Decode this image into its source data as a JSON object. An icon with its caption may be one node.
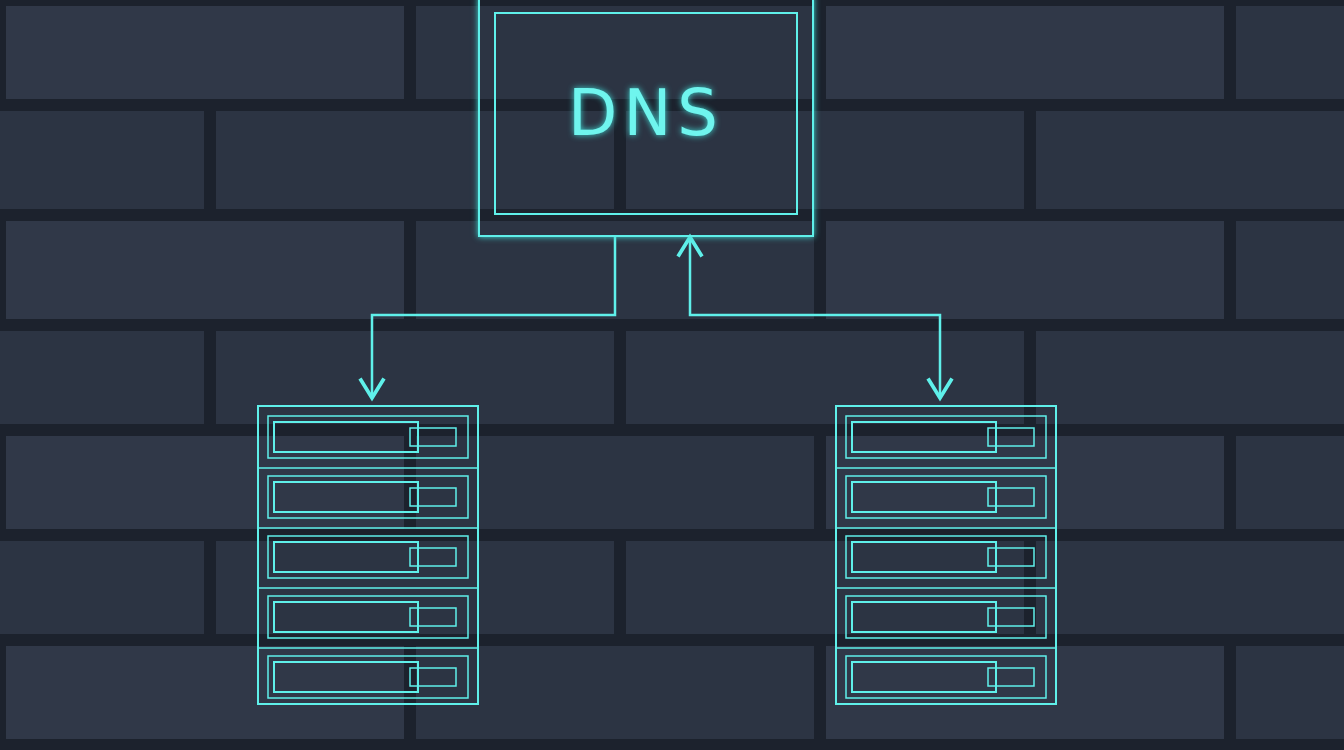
{
  "diagram": {
    "nodes": [
      {
        "text": [
          "DNS"
        ]
      },
      {
        "text": [],
        "shape": "picture"
      },
      {
        "text": [],
        "shape": "picture"
      }
    ],
    "edges": [
      {
        "from": 0,
        "to": 1,
        "arrow": "to"
      },
      {
        "from": 0,
        "to": 2,
        "arrow": "both"
      }
    ]
  }
}
